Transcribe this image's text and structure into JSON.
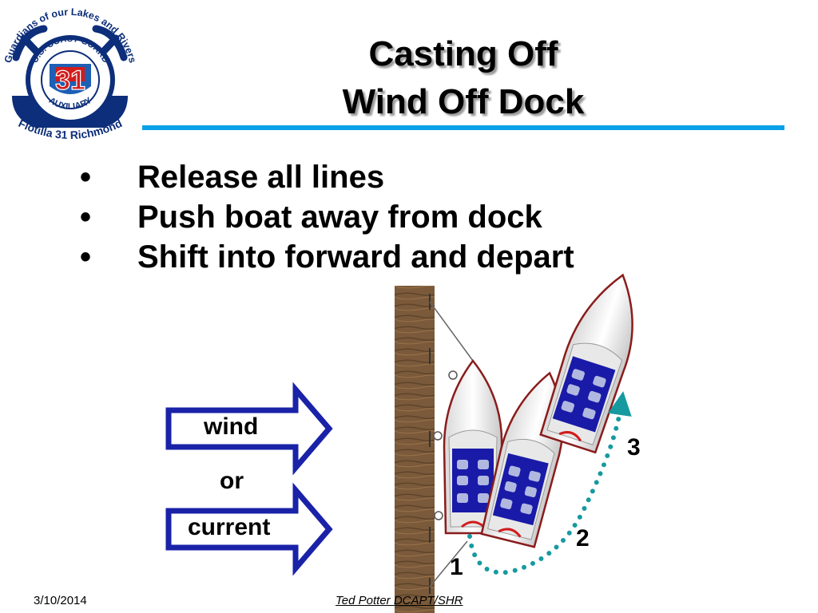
{
  "logo": {
    "arc_top": "Guardians of our Lakes and Rivers",
    "ring_top": "U.S. COAST GUARD",
    "ring_bottom": "AUXILIARY",
    "center_number": "31",
    "arc_bottom": "Flotilla 31 Richmond",
    "colors": {
      "navy": "#0d2e7a",
      "red": "#d21c1c",
      "blue": "#1d5fb5"
    }
  },
  "slide": {
    "title_line1": "Casting Off",
    "title_line2": "Wind Off Dock",
    "bullet_marker": "•",
    "bullets": [
      "Release all lines",
      "Push boat away from dock",
      "Shift into forward and depart"
    ]
  },
  "diagram": {
    "arrow_wind_label": "wind",
    "or_label": "or",
    "arrow_current_label": "current",
    "step_1": "1",
    "step_2": "2",
    "step_3": "3",
    "colors": {
      "arrow": "#1a22a8",
      "path": "#169aa0",
      "dock": "#7a5a3a",
      "hull_trim": "#8a1c1c",
      "cabin": "#1a1aa8"
    }
  },
  "footer": {
    "date": "3/10/2014",
    "author": "Ted Potter  DCAPT/SHR"
  }
}
